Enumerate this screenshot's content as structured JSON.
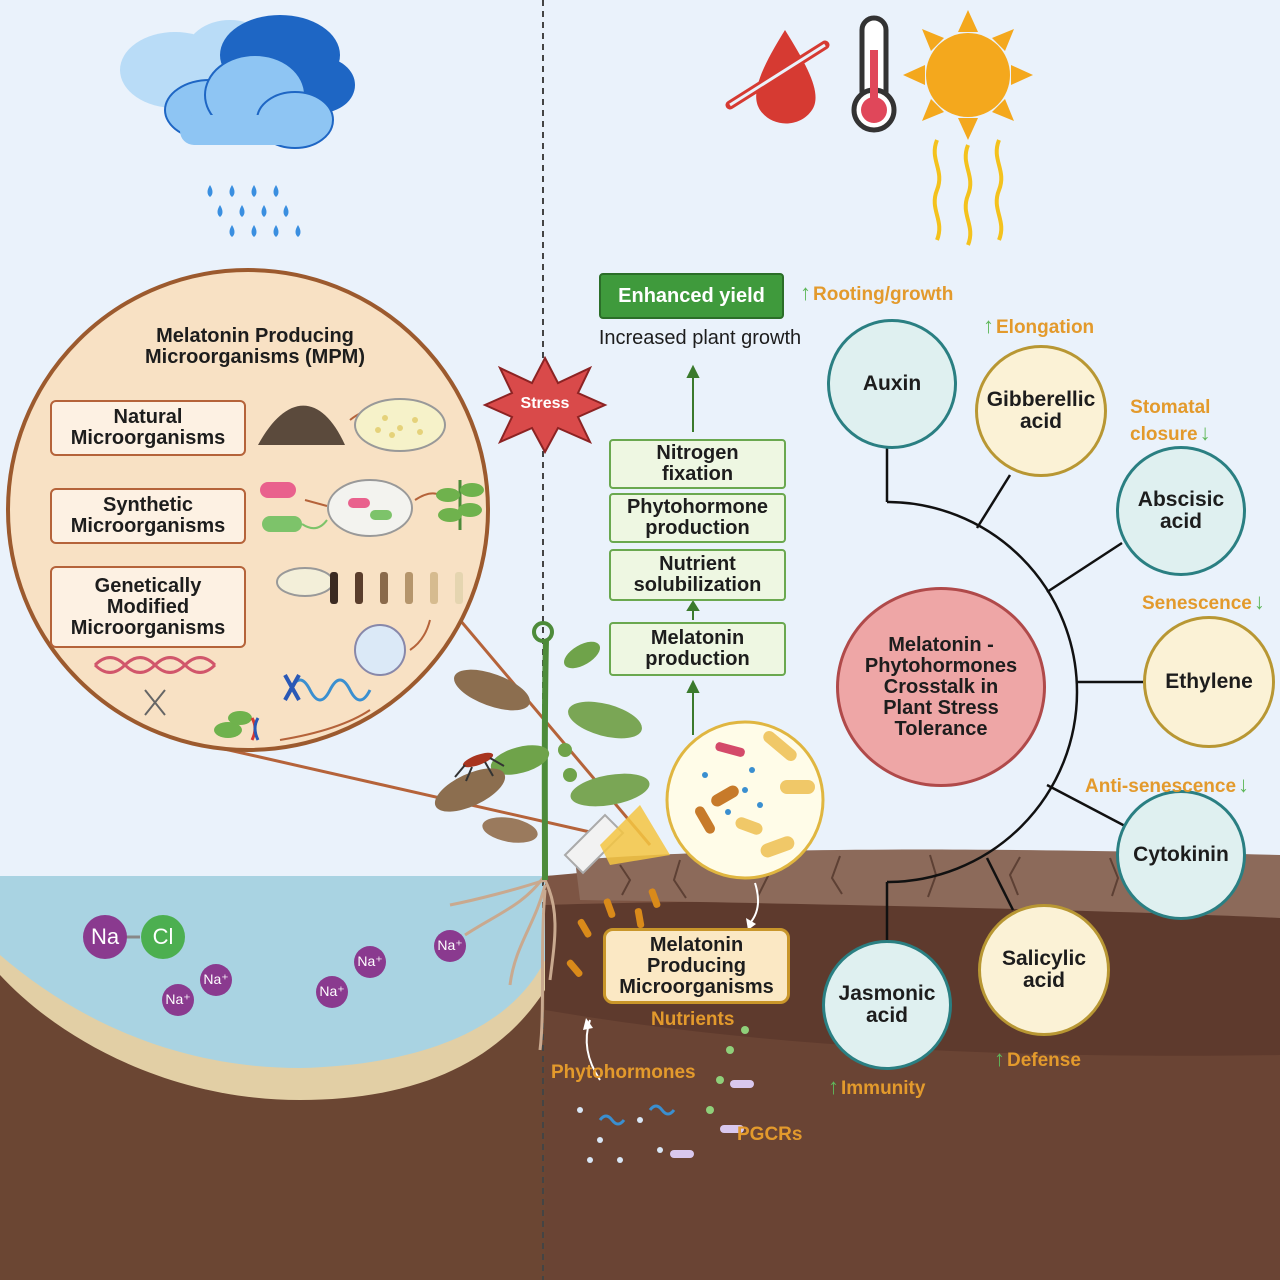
{
  "mpm": {
    "title_line1": "Melatonin Producing",
    "title_line2": "Microorganisms (MPM)",
    "types": [
      {
        "line1": "Natural",
        "line2": "Microorganisms"
      },
      {
        "line1": "Synthetic",
        "line2": "Microorganisms"
      },
      {
        "line1": "Genetically",
        "line2": "Modified",
        "line3": "Microorganisms"
      }
    ]
  },
  "salt": {
    "na": "Na",
    "cl": "Cl",
    "ion": "Na⁺"
  },
  "stress_label": "Stress",
  "yield": {
    "badge": "Enhanced yield",
    "caption": "Increased plant growth"
  },
  "pathway_steps": [
    {
      "line1": "Nitrogen",
      "line2": "fixation"
    },
    {
      "line1": "Phytohormone",
      "line2": "production"
    },
    {
      "line1": "Nutrient",
      "line2": "solubilization"
    },
    {
      "line1": "Melatonin",
      "line2": "production"
    }
  ],
  "soil_box": {
    "line1": "Melatonin",
    "line2": "Producing",
    "line3": "Microorganisms"
  },
  "soil_labels": {
    "nutrients": "Nutrients",
    "phytohormones": "Phytohormones",
    "pgcrs": "PGCRs"
  },
  "crosstalk": {
    "line1": "Melatonin -",
    "line2": "Phytohormones",
    "line3": "Crosstalk in",
    "line4": "Plant Stress",
    "line5": "Tolerance"
  },
  "hormones": [
    {
      "line1": "Auxin",
      "line2": "",
      "effect": "Rooting/growth",
      "direction": "up"
    },
    {
      "line1": "Gibberellic",
      "line2": "acid",
      "effect": "Elongation",
      "direction": "up"
    },
    {
      "line1": "Abscisic",
      "line2": "acid",
      "effect_line1": "Stomatal",
      "effect_line2": "closure",
      "direction": "down"
    },
    {
      "line1": "Ethylene",
      "line2": "",
      "effect": "Senescence",
      "direction": "down"
    },
    {
      "line1": "Cytokinin",
      "line2": "",
      "effect": "Anti-senescence",
      "direction": "down"
    },
    {
      "line1": "Salicylic",
      "line2": "acid",
      "effect": "Defense",
      "direction": "up"
    },
    {
      "line1": "Jasmonic",
      "line2": "acid",
      "effect": "Immunity",
      "direction": "up"
    }
  ],
  "arrows": {
    "up": "↑",
    "down": "↓"
  },
  "colors": {
    "sky": "#eaf2fb",
    "water": "#a9d3e2",
    "soil": "#6b4633",
    "mpm_circle": "#f8e1c4",
    "mpm_border": "#9c5a2e",
    "step_fill": "#eef7e2",
    "step_border": "#6aa84f",
    "yield_green": "#3f9a3c",
    "crosstalk_pink": "#eea6a6",
    "hormone_teal": "#2a7f82",
    "hormone_yellow": "#b89733",
    "effect_orange": "#e39a2c",
    "stress_red": "#d94a4a",
    "sun": "#f4a81d"
  },
  "icons": [
    "cloud-icon",
    "rain-icon",
    "no-water-icon",
    "thermometer-icon",
    "sun-icon",
    "stress-burst-icon",
    "petri-dish-icon",
    "bacteria-icon",
    "dna-icon",
    "seedling-icon",
    "mosquito-icon"
  ]
}
